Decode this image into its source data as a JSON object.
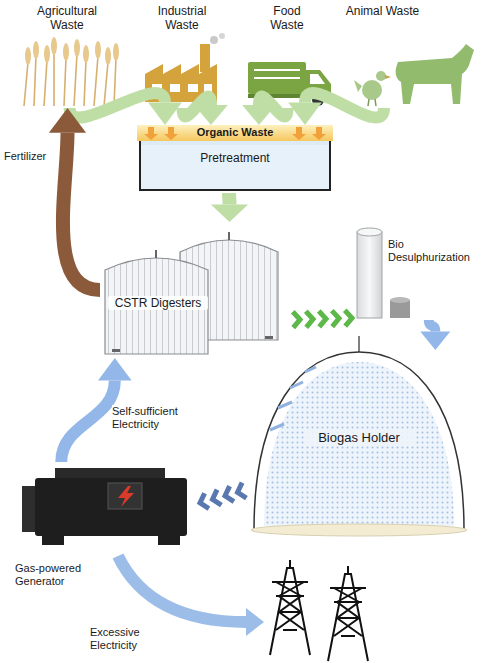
{
  "diagram": {
    "nodes": [
      {
        "text": [
          "Agricultural Waste"
        ]
      },
      {
        "text": [
          "Industrial Waste"
        ]
      },
      {
        "text": [
          "Food Waste"
        ]
      },
      {
        "text": [
          "Animal Waste"
        ]
      },
      {
        "text": [
          "Organic Waste",
          "Pretreatment"
        ]
      },
      {
        "text": [
          "CSTR Digesters"
        ]
      },
      {
        "text": [
          "Bio Desulphurization"
        ]
      },
      {
        "text": [
          "Biogas Holder"
        ]
      },
      {
        "text": [
          "Gas-powered Generator"
        ]
      }
    ],
    "edges": [
      {
        "from": 0,
        "to": 4,
        "arrow": "to"
      },
      {
        "from": 1,
        "to": 4,
        "arrow": "to"
      },
      {
        "from": 2,
        "to": 4,
        "arrow": "to"
      },
      {
        "from": 3,
        "to": 4,
        "arrow": "to"
      },
      {
        "from": 4,
        "to": 5,
        "arrow": "to"
      },
      {
        "from": 5,
        "to": 6,
        "arrow": "to"
      },
      {
        "from": 6,
        "to": 7,
        "arrow": "to"
      },
      {
        "from": 7,
        "to": 8,
        "arrow": "to"
      },
      {
        "from": 8,
        "to": 5,
        "label": "Self-sufficient Electricity",
        "arrow": "to"
      },
      {
        "from": 5,
        "to": 0,
        "label": "Fertilizer",
        "arrow": "to"
      }
    ],
    "labels": [
      "Excessive Electricity"
    ]
  }
}
